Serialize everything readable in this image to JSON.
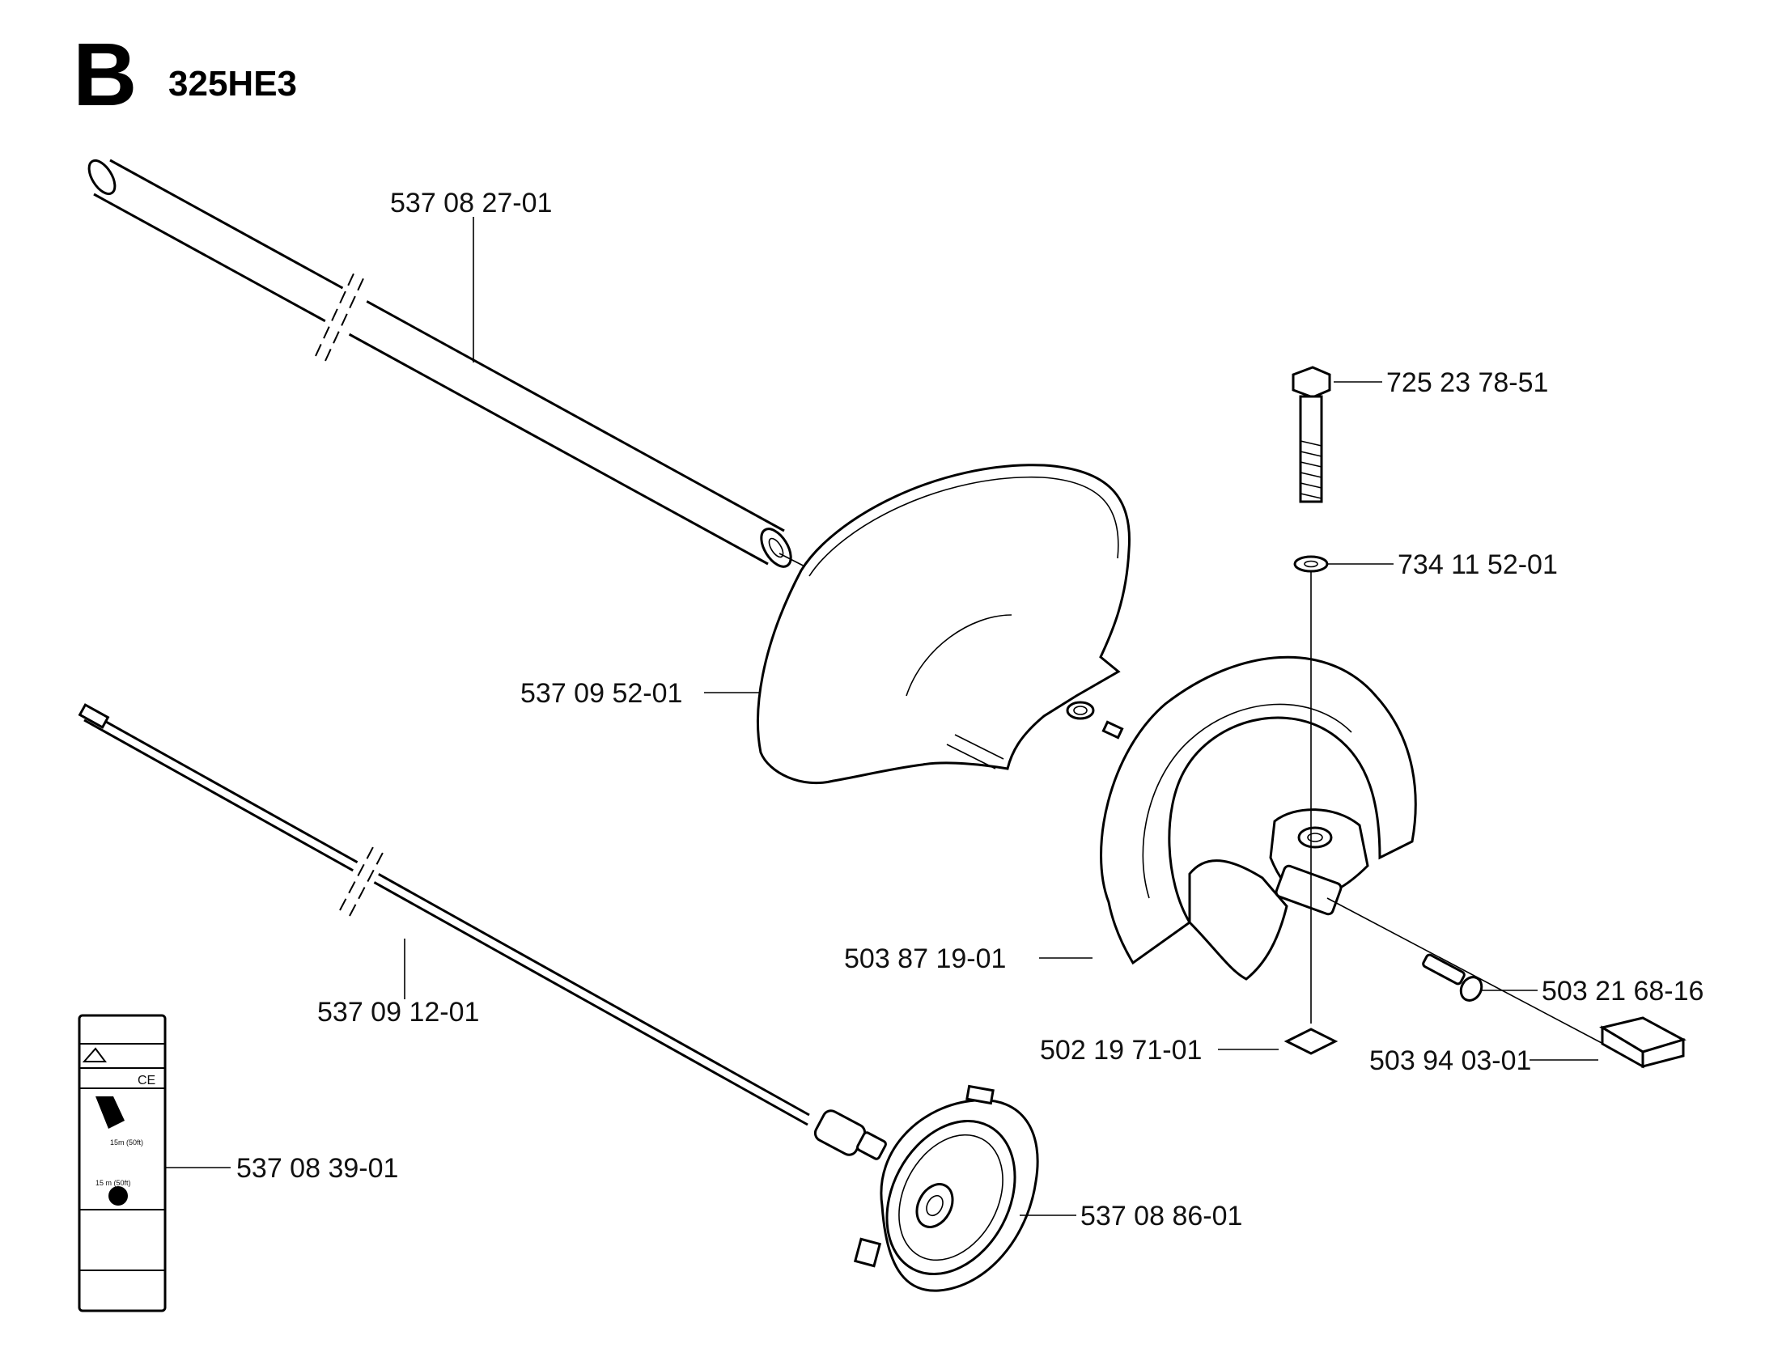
{
  "header": {
    "section": "B",
    "model": "325HE3"
  },
  "parts": [
    {
      "id": "shaft-tube",
      "number": "537 08 27-01"
    },
    {
      "id": "bolt",
      "number": "725 23 78-51"
    },
    {
      "id": "washer",
      "number": "734 11 52-01"
    },
    {
      "id": "guard",
      "number": "537 09 52-01"
    },
    {
      "id": "handle",
      "number": "503 87 19-01"
    },
    {
      "id": "screw",
      "number": "503 21 68-16"
    },
    {
      "id": "drive-shaft",
      "number": "537 09 12-01"
    },
    {
      "id": "nut",
      "number": "502 19 71-01"
    },
    {
      "id": "clip",
      "number": "503 94 03-01"
    },
    {
      "id": "decal",
      "number": "537 08 39-01"
    },
    {
      "id": "cup",
      "number": "537 08 86-01"
    }
  ],
  "decal_text": {
    "ce_mark": "CE",
    "distance_1": "15m (50ft)",
    "distance_2": "15 m (50ft)"
  }
}
